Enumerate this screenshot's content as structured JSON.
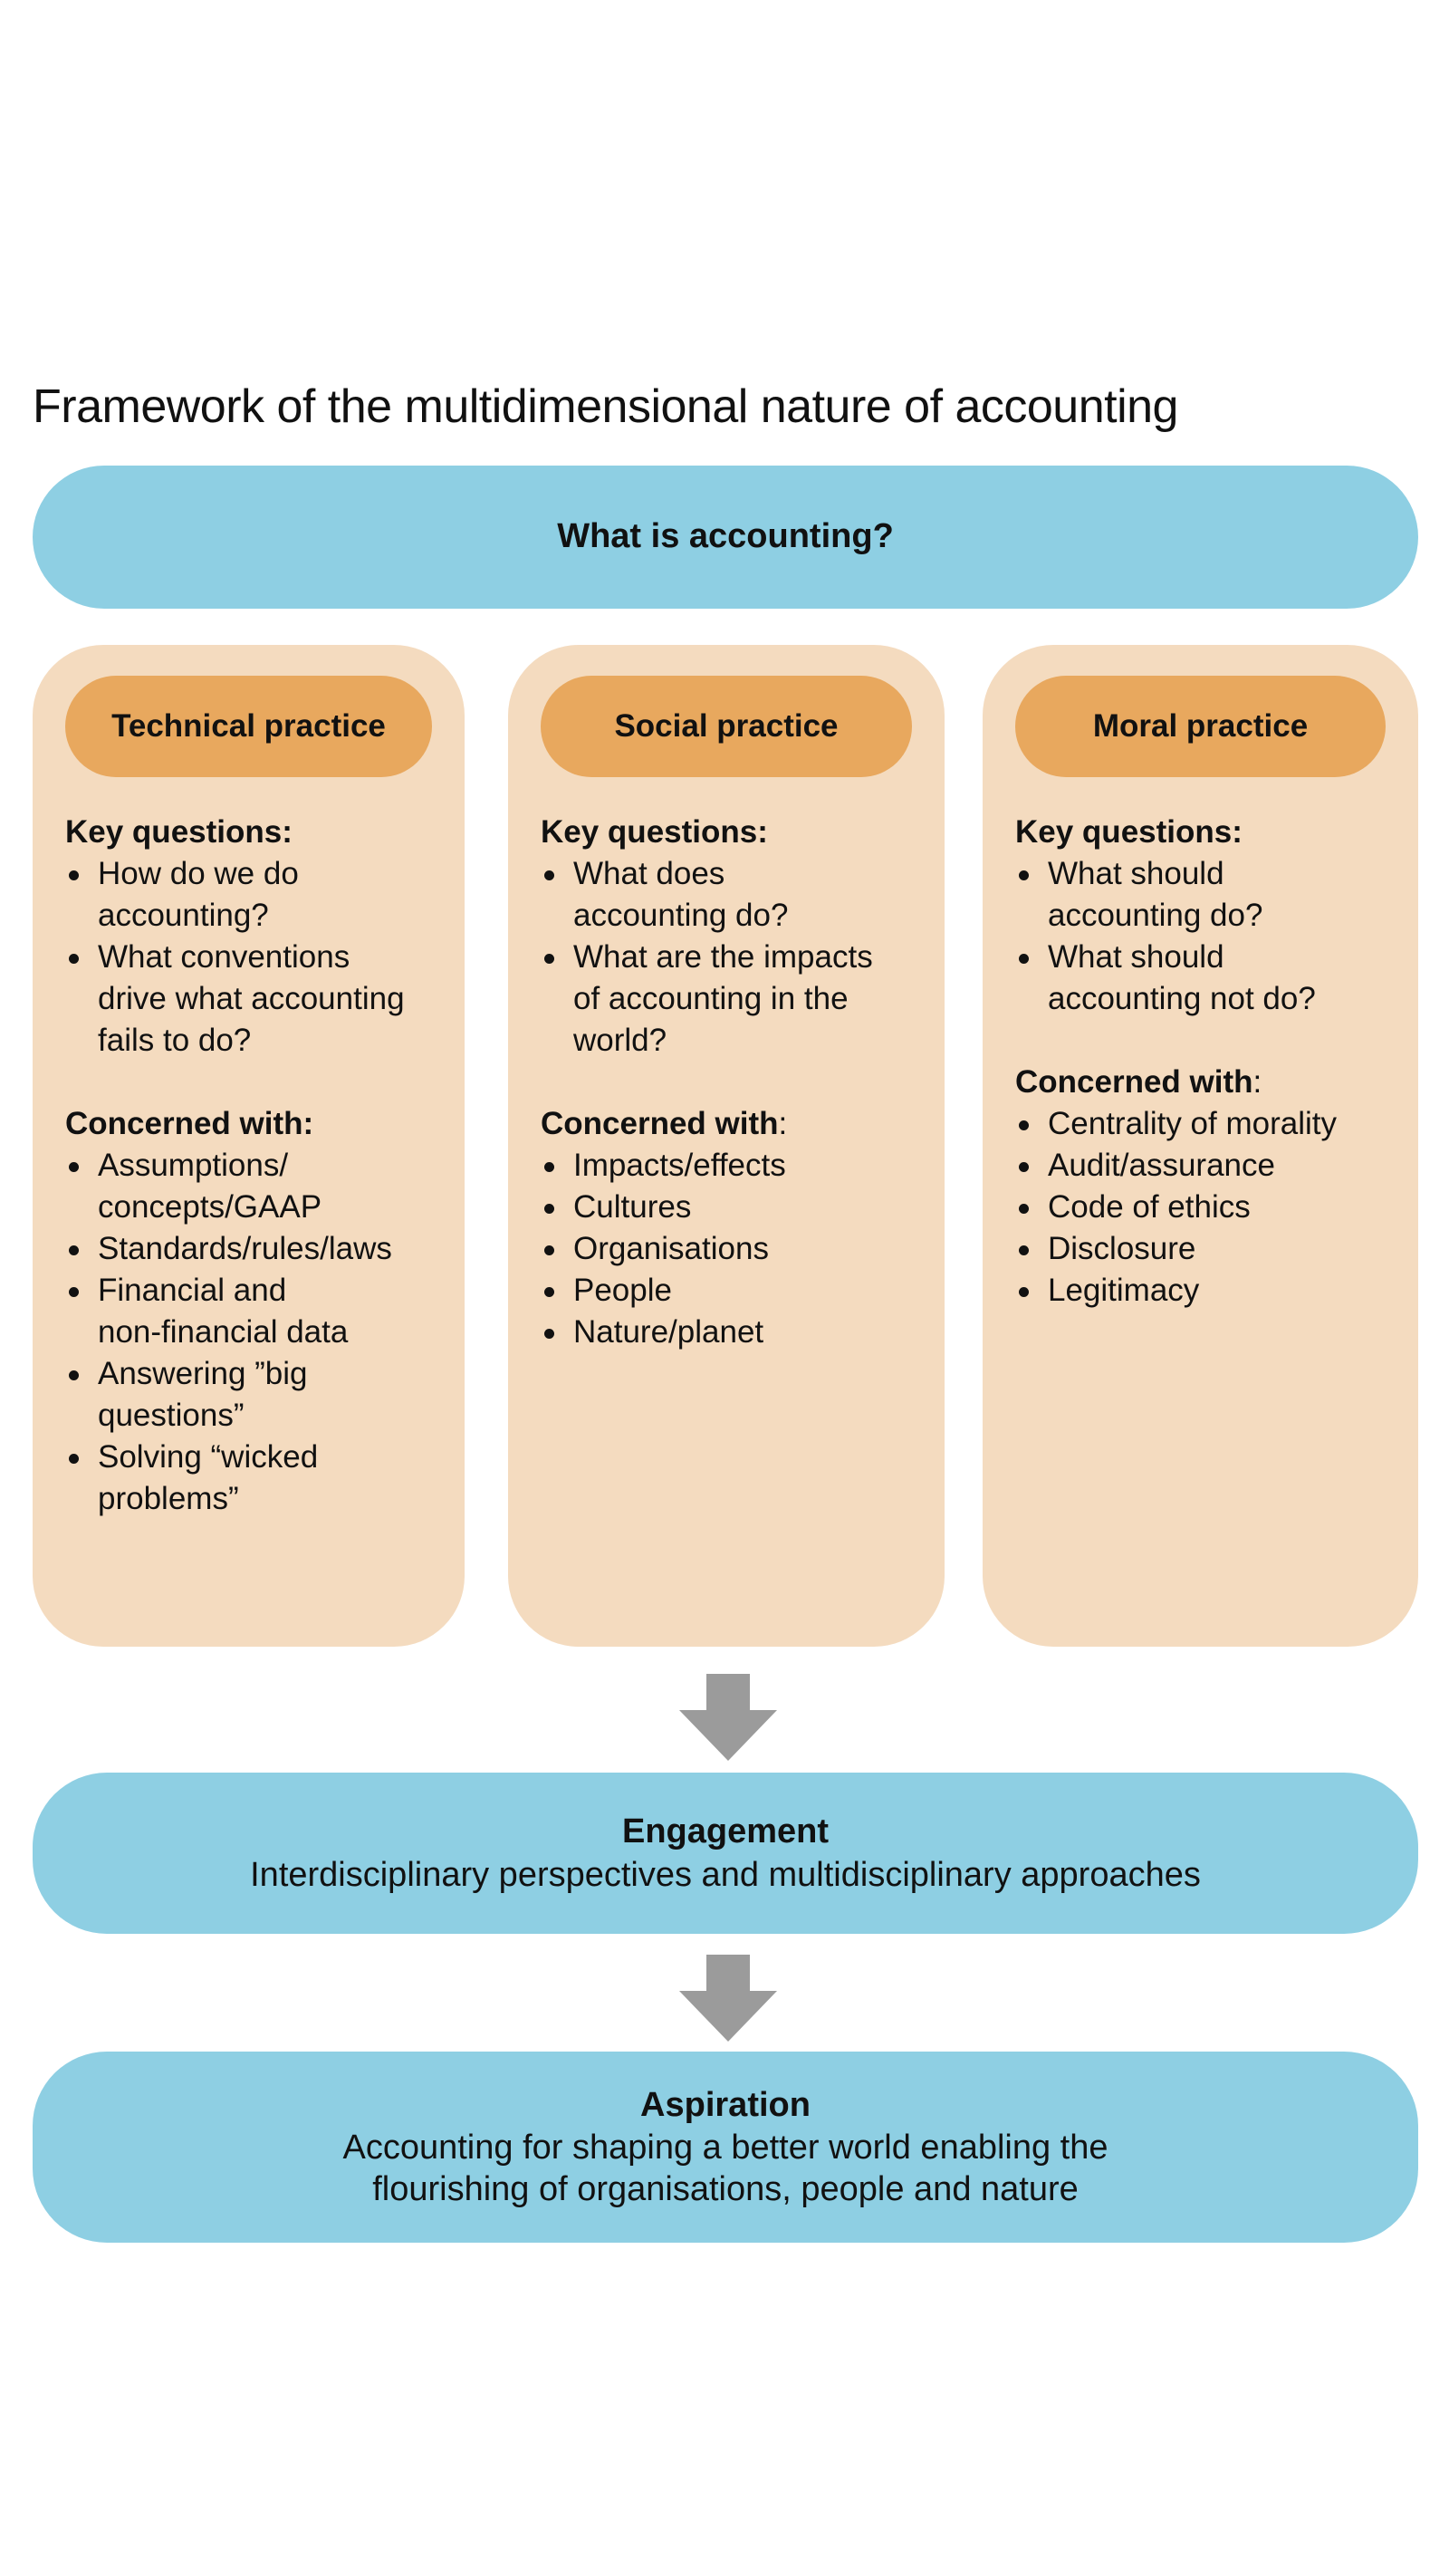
{
  "title": "Framework of the multidimensional nature of accounting",
  "top_banner": {
    "heading": "What is accounting?"
  },
  "columns": [
    {
      "heading": "Technical practice",
      "key_questions_label": "Key questions:",
      "key_questions": [
        "How do we do\naccounting?",
        "What conventions\ndrive what accounting\nfails to do?"
      ],
      "concerned_label": "Concerned with:",
      "concerned_colon": "",
      "concerned_with": [
        "Assumptions/\nconcepts/GAAP",
        "Standards/rules/laws",
        "Financial and\nnon-financial data",
        "Answering ”big\nquestions”",
        "Solving “wicked\nproblems”"
      ]
    },
    {
      "heading": "Social practice",
      "key_questions_label": "Key questions:",
      "key_questions": [
        "What does\naccounting do?",
        "What are the impacts\nof accounting in the\nworld?"
      ],
      "concerned_label": "Concerned with",
      "concerned_colon": ":",
      "concerned_with": [
        "Impacts/effects",
        "Cultures",
        "Organisations",
        "People",
        "Nature/planet"
      ]
    },
    {
      "heading": "Moral practice",
      "key_questions_label": "Key questions:",
      "key_questions": [
        "What should\naccounting do?",
        "What should\naccounting not do?"
      ],
      "concerned_label": "Concerned with",
      "concerned_colon": ":",
      "concerned_with": [
        "Centrality of morality",
        "Audit/assurance",
        "Code of ethics",
        "Disclosure",
        "Legitimacy"
      ]
    }
  ],
  "engagement": {
    "heading": "Engagement",
    "text": "Interdisciplinary perspectives and multidisciplinary approaches"
  },
  "aspiration": {
    "heading": "Aspiration",
    "text": "Accounting for shaping a better world enabling the\nflourishing of organisations, people and nature"
  },
  "colors": {
    "banner": "#8ecfe3",
    "column_background": "#f4dbbf",
    "pill": "#e8a85e",
    "arrow": "#9b9b9b"
  },
  "icons": {
    "flow_arrow": "arrow-down-icon",
    "bullet": "bullet-icon"
  }
}
